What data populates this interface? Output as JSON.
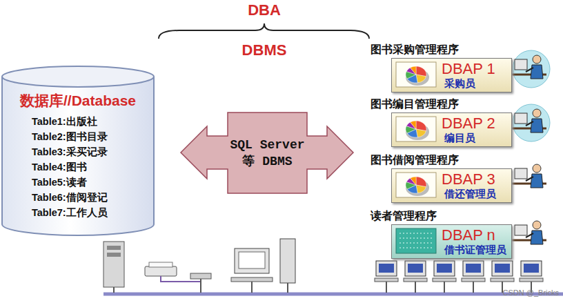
{
  "diagram": {
    "nodes": [
      {
        "text": [
          "数据库//Database",
          "Table1:出版社",
          "Table2:图书目录",
          "Table3:采买记录",
          "Table4:图书",
          "Table5:读者",
          "Table6:借阅登记",
          "Table7:工作人员"
        ]
      },
      {
        "text": [
          "SQL Server等 DBMS"
        ]
      },
      {
        "text": [
          "图书采购管理程序",
          "DBAP 1",
          "采购员"
        ]
      },
      {
        "text": [
          "图书编目管理程序",
          "DBAP 2",
          "编目员"
        ]
      },
      {
        "text": [
          "图书借阅管理程序",
          "DBAP 3",
          "借还管理员"
        ]
      },
      {
        "text": [
          "读者管理程序",
          "DBAP n",
          "借书证管理员"
        ]
      }
    ],
    "labels": [
      "DBA",
      "DBMS",
      "CSDN @_Bricks"
    ]
  }
}
